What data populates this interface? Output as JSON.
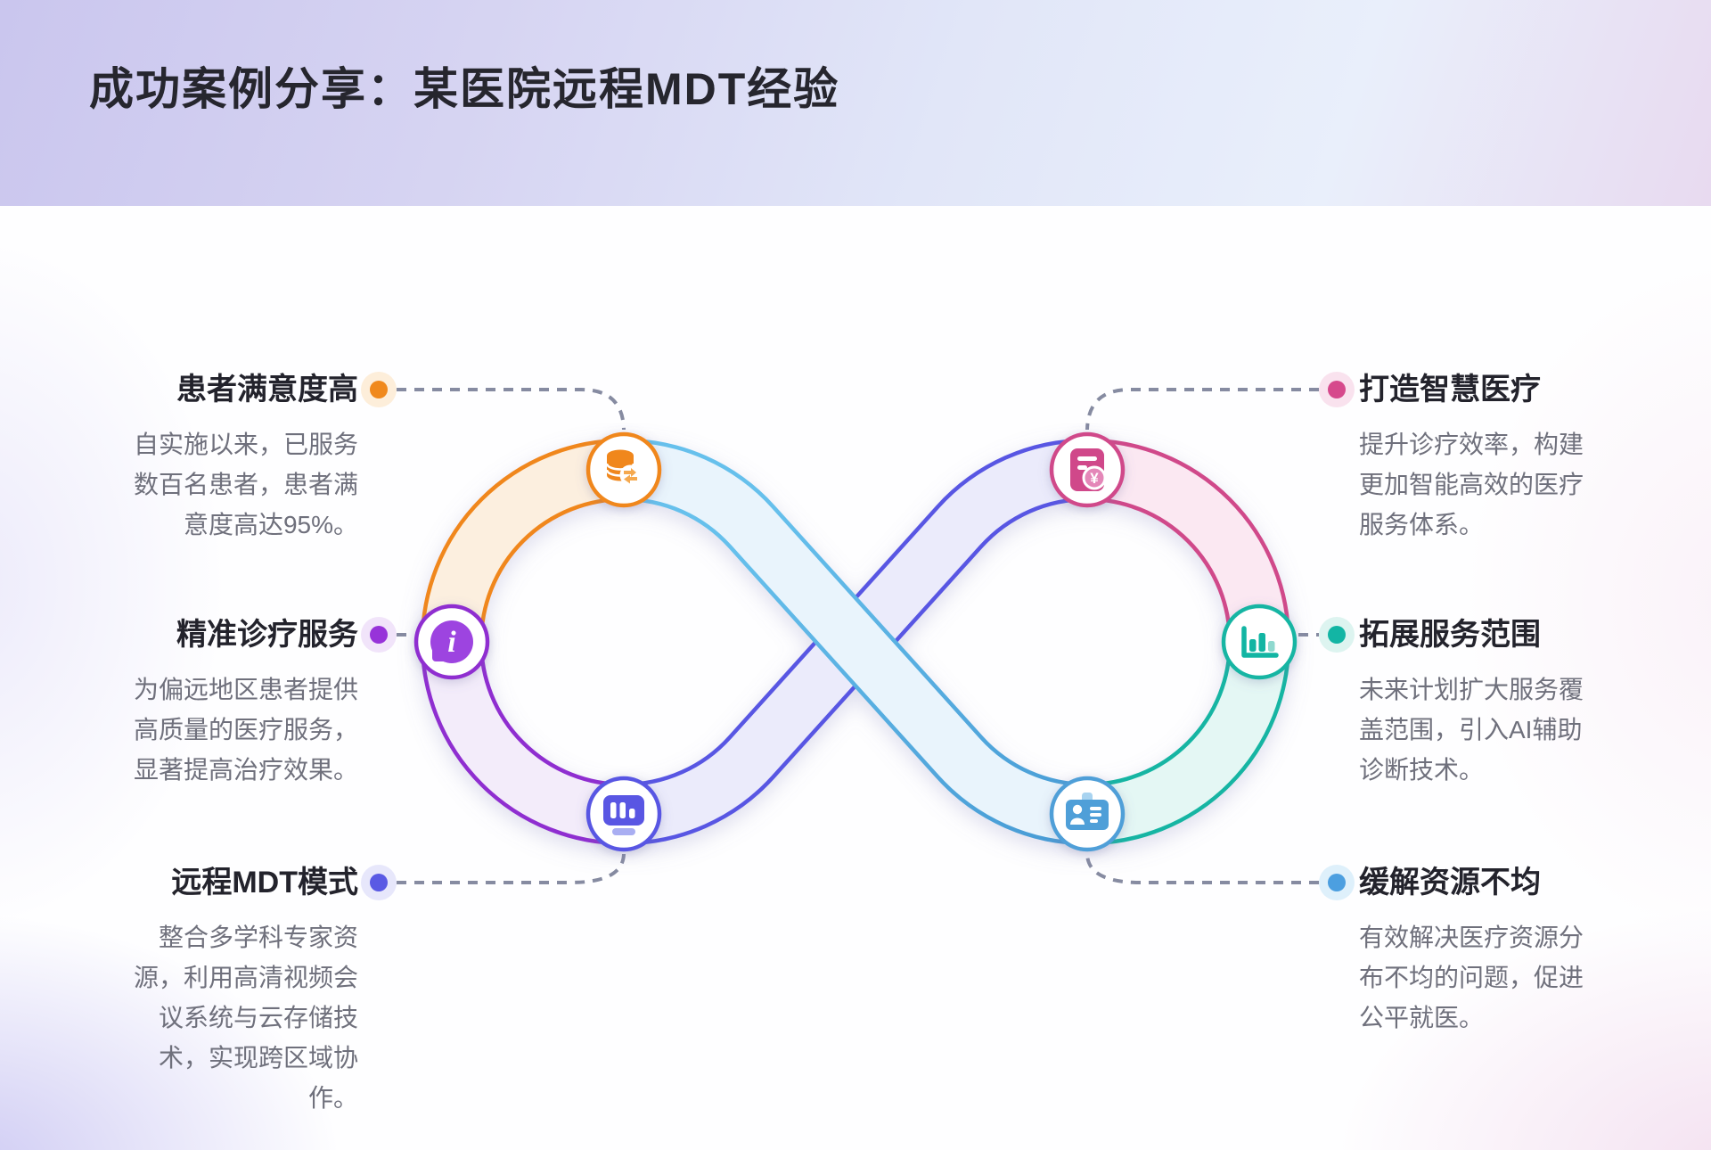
{
  "page": {
    "title": "成功案例分享：某医院远程MDT经验"
  },
  "items": [
    {
      "id": "patient-satisfaction",
      "side": "left",
      "title": "患者满意度高",
      "desc": "自实施以来，已服务数百名患者，患者满意度高达95%。",
      "color": "#f0891d",
      "halo": "#fdeeda"
    },
    {
      "id": "precision-care",
      "side": "left",
      "title": "精准诊疗服务",
      "desc": "为偏远地区患者提供高质量的医疗服务，显著提高治疗效果。",
      "color": "#9733d9",
      "halo": "#f1e4fa"
    },
    {
      "id": "remote-mdt",
      "side": "left",
      "title": "远程MDT模式",
      "desc": "整合多学科专家资源，利用高清视频会议系统与云存储技术，实现跨区域协作。",
      "color": "#5a5ae4",
      "halo": "#e7e7fb"
    },
    {
      "id": "smart-healthcare",
      "side": "right",
      "title": "打造智慧医疗",
      "desc": "提升诊疗效率，构建更加智能高效的医疗服务体系。",
      "color": "#d6498c",
      "halo": "#f9e2ee"
    },
    {
      "id": "expand-services",
      "side": "right",
      "title": "拓展服务范围",
      "desc": "未来计划扩大服务覆盖范围，引入AI辅助诊断技术。",
      "color": "#13b5a4",
      "halo": "#ddf4f0"
    },
    {
      "id": "resource-balance",
      "side": "right",
      "title": "缓解资源不均",
      "desc": "有效解决医疗资源分布不均的问题，促进公平就医。",
      "color": "#4c9fe0",
      "halo": "#def0fb"
    }
  ],
  "diagram": {
    "connector_color": "#868ba1",
    "segments": {
      "orange": {
        "stroke": "#f0871c",
        "fill": "#fcefdf",
        "soft": "#f5a94f"
      },
      "purple": {
        "stroke": "#8f2fd0",
        "fill": "#f3ecfa",
        "soft": "#9d44e0"
      },
      "indigo": {
        "stroke": "#5956e3",
        "fill": "#ebebfb",
        "soft": "#a9aef2"
      },
      "pink": {
        "stroke": "#d0488a",
        "fill": "#fbe8f2",
        "soft": "#e487b8"
      },
      "teal": {
        "stroke": "#12b5a3",
        "fill": "#e4f7f4",
        "soft": "#8fd9cf"
      },
      "blue": {
        "stroke": "#4f9fd8",
        "fill": "#e9f4fc",
        "stroke_start": "#479ad4",
        "stroke_end": "#66c0ec",
        "soft": "#a8d3f0"
      }
    },
    "icon_glyphs": {
      "info": "i",
      "yuan": "¥"
    }
  }
}
